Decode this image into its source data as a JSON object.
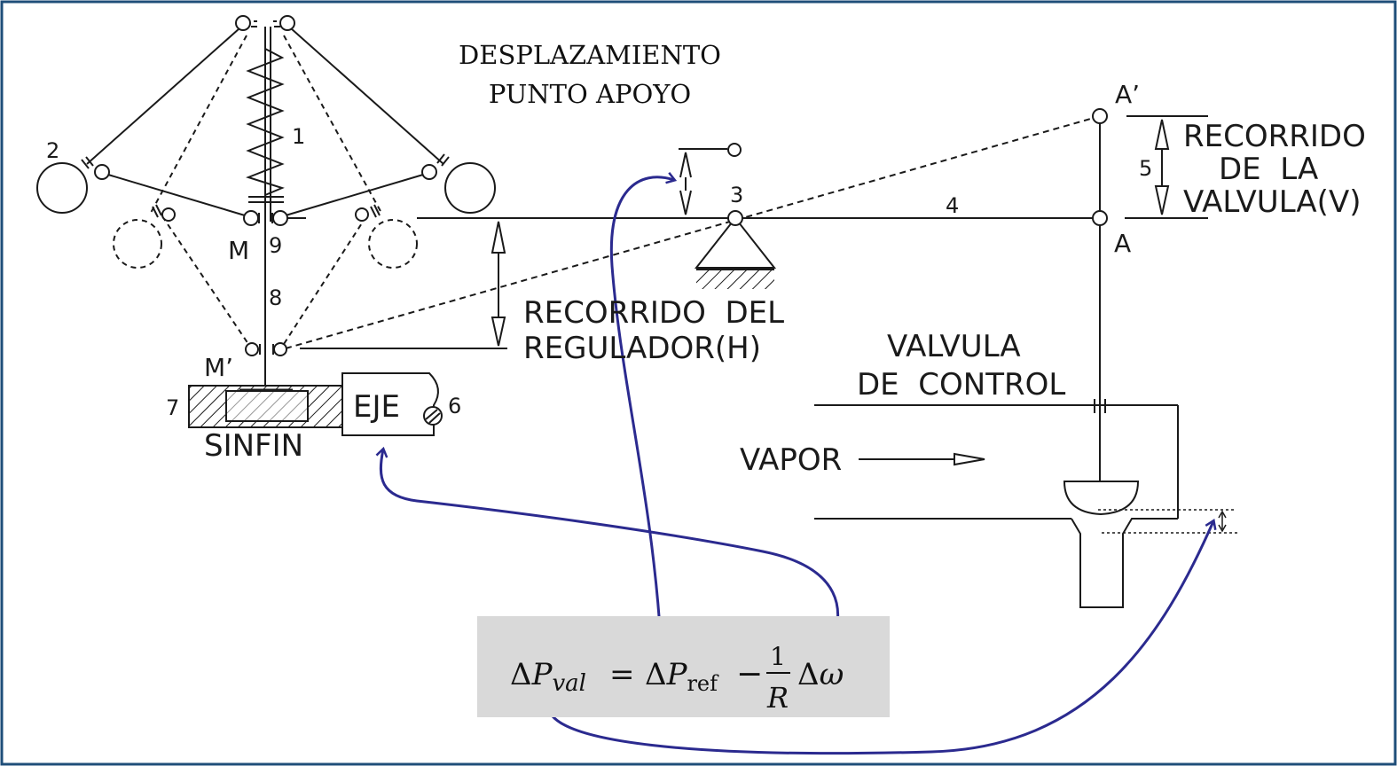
{
  "title": {
    "line1": "DESPLAZAMIENTO",
    "line2": "PUNTO APOYO"
  },
  "labels": {
    "n1": "1",
    "n2": "2",
    "n3": "3",
    "n4": "4",
    "n5": "5",
    "n6": "6",
    "n7": "7",
    "n8": "8",
    "n9": "9",
    "m": "M",
    "m_prime": "M’",
    "a": "A",
    "a_prime": "A’",
    "eje": "EJE",
    "sinfin": "SINFIN",
    "vapor": "VAPOR",
    "recorrido_regulador_l1": "RECORRIDO  DEL",
    "recorrido_regulador_l2": "REGULADOR(H)",
    "recorrido_valvula_l1": "RECORRIDO",
    "recorrido_valvula_l2": "DE  LA",
    "recorrido_valvula_l3": "VALVULA(V)",
    "valvula_control_l1": "VALVULA",
    "valvula_control_l2": "DE  CONTROL"
  },
  "equation": {
    "delta": "Δ",
    "p": "P",
    "sub_val": "val",
    "equals": "=",
    "sub_ref": "ref",
    "minus": "−",
    "frac_num": "1",
    "frac_den": "R",
    "omega": "ω"
  },
  "colors": {
    "line": "#1a1a1a",
    "arrow": "#2b2a8f",
    "border": "#1f4e79",
    "equation_bg": "#d9d9d9"
  }
}
